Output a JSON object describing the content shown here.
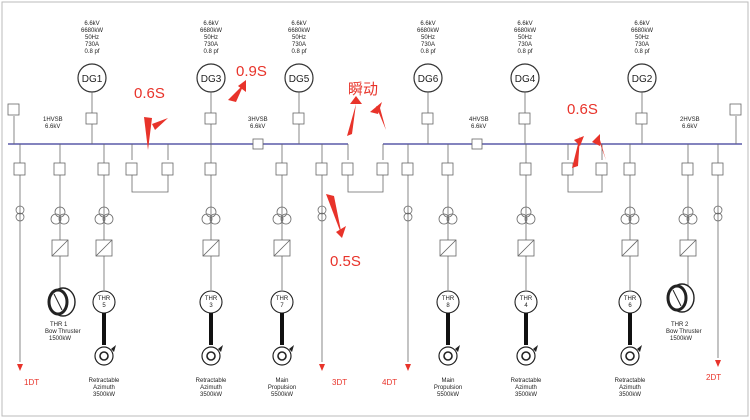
{
  "generator_spec": [
    "6.6kV",
    "6680kW",
    "50Hz",
    "730A",
    "0.8 pf"
  ],
  "generators": [
    "DG1",
    "DG3",
    "DG5",
    "DG6",
    "DG4",
    "DG2"
  ],
  "switchboards": {
    "hvsb1": [
      "1HVSB",
      "6.6kV"
    ],
    "hvsb3": [
      "3HVSB",
      "6.6kV"
    ],
    "hvsb4": [
      "4HVSB",
      "6.6kV"
    ],
    "hvsb2": [
      "2HVSB",
      "6.6kV"
    ]
  },
  "thrusters": [
    {
      "id": "THR\n5",
      "desc": [
        "Retractable",
        "Azimuth",
        "3500kW"
      ]
    },
    {
      "id": "THR\n3",
      "desc": [
        "Retractable",
        "Azimuth",
        "3500kW"
      ]
    },
    {
      "id": "THR\n7",
      "desc": [
        "Main",
        "Propulsion",
        "5500kW"
      ]
    },
    {
      "id": "THR\n8",
      "desc": [
        "Main",
        "Propulsion",
        "5500kW"
      ]
    },
    {
      "id": "THR\n4",
      "desc": [
        "Retractable",
        "Azimuth",
        "3500kW"
      ]
    },
    {
      "id": "THR\n6",
      "desc": [
        "Retractable",
        "Azimuth",
        "3500kW"
      ]
    }
  ],
  "bow_thrusters": [
    {
      "desc": [
        "THR 1",
        "Bow Thruster",
        "1500kW"
      ]
    },
    {
      "desc": [
        "THR 2",
        "Bow Thruster",
        "1500kW"
      ]
    }
  ],
  "transformer_labels": [
    "1DT",
    "3DT",
    "4DT",
    "2DT"
  ],
  "annotations": {
    "left_06": "0.6S",
    "mid_09": "0.9S",
    "instant": "瞬动",
    "right_06": "0.6S",
    "bottom_05": "0.5S"
  },
  "colors": {
    "bus": "#5a5aa8",
    "annotation": "#e8332a",
    "line": "#6a6a6a"
  }
}
